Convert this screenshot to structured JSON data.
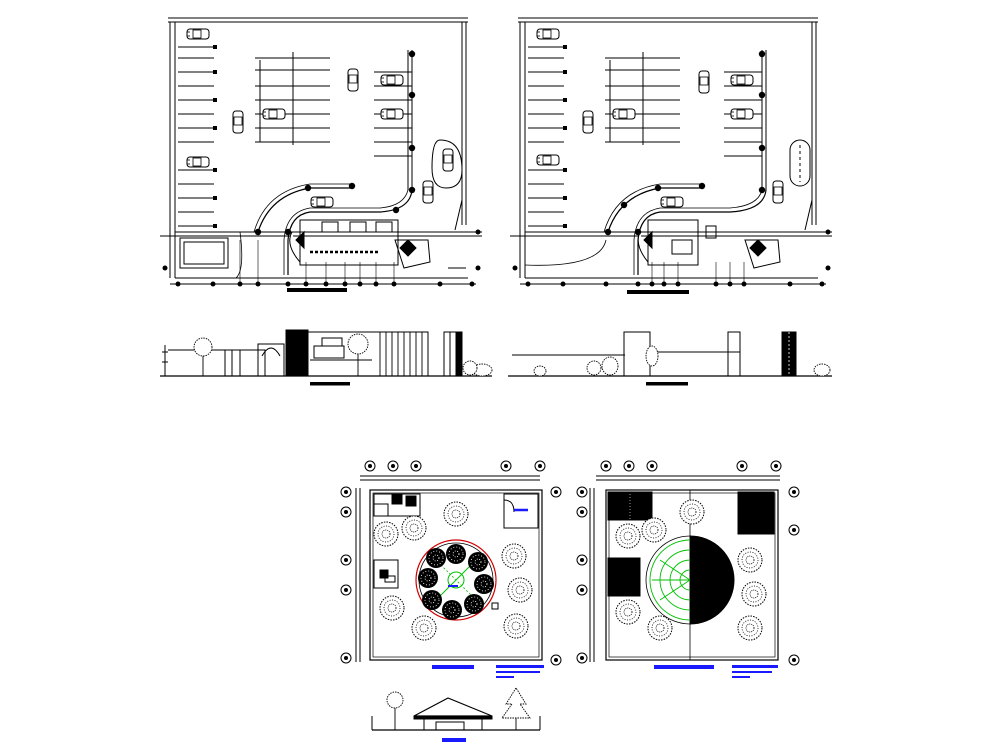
{
  "drawing": {
    "ink_color": "#000000",
    "accent_blue": "#1a1aff",
    "accent_red": "#d40000",
    "accent_green": "#00c000",
    "background": "#ffffff"
  },
  "sheets": [
    {
      "id": "site-plan-a",
      "kind": "parking-site-plan"
    },
    {
      "id": "site-plan-b",
      "kind": "parking-site-plan"
    },
    {
      "id": "elevation-a",
      "kind": "elevation"
    },
    {
      "id": "elevation-b",
      "kind": "elevation"
    },
    {
      "id": "garden-plan-a",
      "kind": "landscape-plan"
    },
    {
      "id": "garden-plan-b",
      "kind": "landscape-plan"
    },
    {
      "id": "kiosk-section",
      "kind": "section"
    }
  ],
  "icons": {
    "car": "car-icon",
    "tree": "tree-icon",
    "grid_bubble": "grid-bubble-icon",
    "compass": "compass-icon"
  }
}
